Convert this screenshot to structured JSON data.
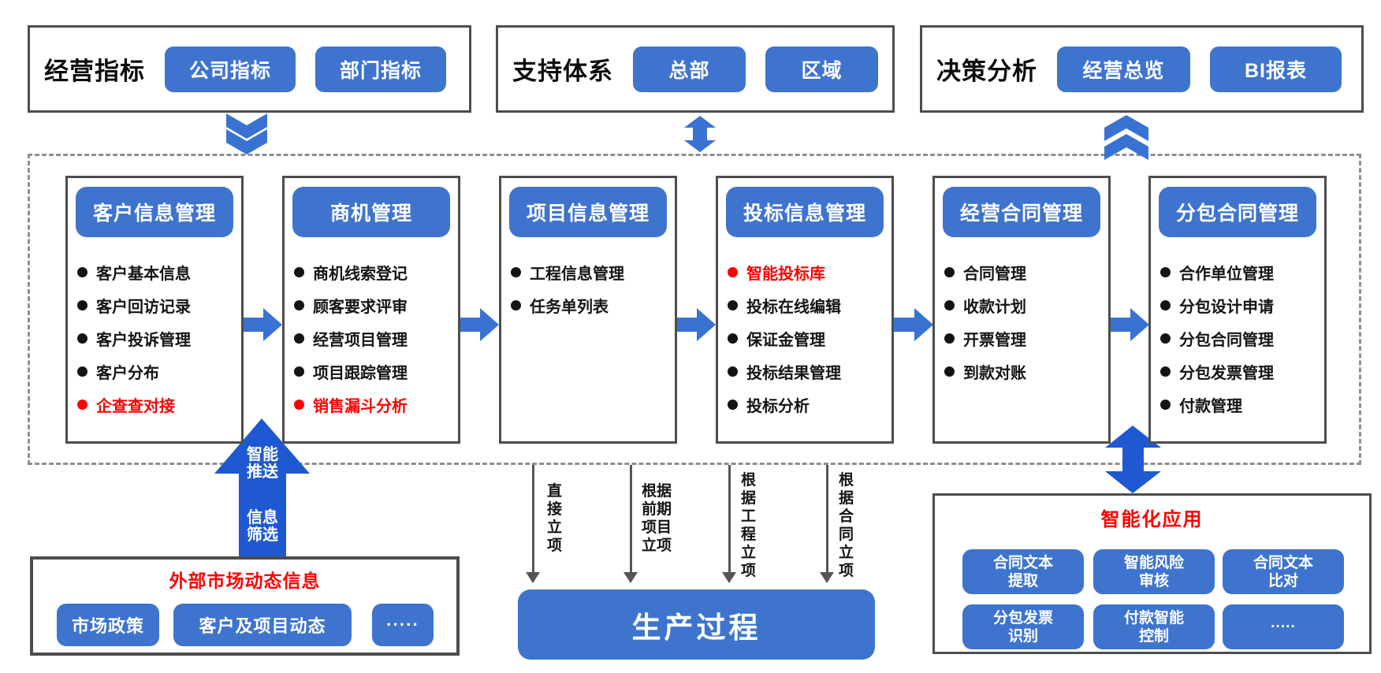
{
  "colors": {
    "button_blue": "#3E74CE",
    "arrow_blue": "#3A72D4",
    "deep_arrow_blue": "#1E59D1",
    "highlight_red": "#FE0000",
    "border_gray": "#4D4D4D"
  },
  "top_row": [
    {
      "label": "经营指标",
      "buttons": [
        "公司指标",
        "部门指标"
      ]
    },
    {
      "label": "支持体系",
      "buttons": [
        "总部",
        "区域"
      ]
    },
    {
      "label": "决策分析",
      "buttons": [
        "经营总览",
        "BI报表"
      ]
    }
  ],
  "modules": [
    {
      "title": "客户信息管理",
      "items": [
        {
          "text": "客户基本信息",
          "highlight": false
        },
        {
          "text": "客户回访记录",
          "highlight": false
        },
        {
          "text": "客户投诉管理",
          "highlight": false
        },
        {
          "text": "客户分布",
          "highlight": false
        },
        {
          "text": "企查查对接",
          "highlight": true
        }
      ]
    },
    {
      "title": "商机管理",
      "items": [
        {
          "text": "商机线索登记",
          "highlight": false
        },
        {
          "text": "顾客要求评审",
          "highlight": false
        },
        {
          "text": "经营项目管理",
          "highlight": false
        },
        {
          "text": "项目跟踪管理",
          "highlight": false
        },
        {
          "text": "销售漏斗分析",
          "highlight": true
        }
      ]
    },
    {
      "title": "项目信息管理",
      "items": [
        {
          "text": "工程信息管理",
          "highlight": false
        },
        {
          "text": "任务单列表",
          "highlight": false
        }
      ]
    },
    {
      "title": "投标信息管理",
      "items": [
        {
          "text": "智能投标库",
          "highlight": true
        },
        {
          "text": "投标在线编辑",
          "highlight": false
        },
        {
          "text": "保证金管理",
          "highlight": false
        },
        {
          "text": "投标结果管理",
          "highlight": false
        },
        {
          "text": "投标分析",
          "highlight": false
        }
      ]
    },
    {
      "title": "经营合同管理",
      "items": [
        {
          "text": "合同管理",
          "highlight": false
        },
        {
          "text": "收款计划",
          "highlight": false
        },
        {
          "text": "开票管理",
          "highlight": false
        },
        {
          "text": "到款对账",
          "highlight": false
        }
      ]
    },
    {
      "title": "分包合同管理",
      "items": [
        {
          "text": "合作单位管理",
          "highlight": false
        },
        {
          "text": "分包设计申请",
          "highlight": false
        },
        {
          "text": "分包合同管理",
          "highlight": false
        },
        {
          "text": "分包发票管理",
          "highlight": false
        },
        {
          "text": "付款管理",
          "highlight": false
        }
      ]
    }
  ],
  "push_arrow": {
    "labels": [
      "智能推送",
      "信息筛选"
    ]
  },
  "external_market": {
    "title": "外部市场动态信息",
    "buttons": [
      "市场政策",
      "客户及项目动态",
      "·····"
    ]
  },
  "production": {
    "label": "生产过程",
    "branch_labels": [
      "直接立项",
      "根据前期项目立项",
      "根据工程立项",
      "根据合同立项"
    ]
  },
  "intelligent_apps": {
    "title": "智能化应用",
    "buttons": [
      {
        "line1": "合同文本",
        "line2": "提取"
      },
      {
        "line1": "智能风险",
        "line2": "审核"
      },
      {
        "line1": "合同文本",
        "line2": "比对"
      },
      {
        "line1": "分包发票",
        "line2": "识别"
      },
      {
        "line1": "付款智能",
        "line2": "控制"
      },
      {
        "line1": "·····",
        "line2": ""
      }
    ]
  }
}
